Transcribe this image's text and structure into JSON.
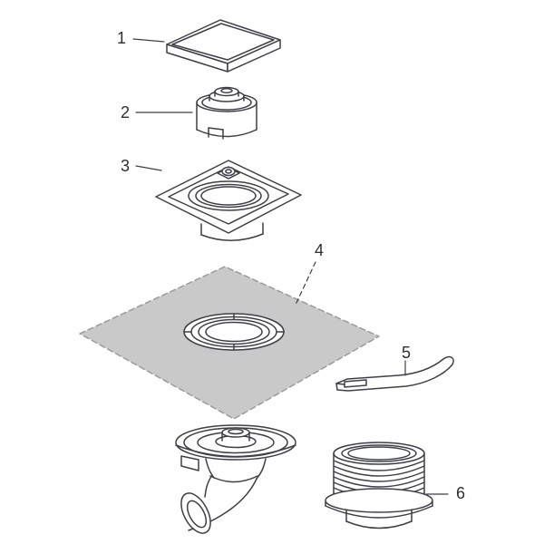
{
  "diagram": {
    "background": "#ffffff",
    "line_color": "#3f3f49",
    "leader_color": "#3f3f49",
    "membrane_fill": "#c9c9c9",
    "membrane_outline": "#9b9b9b",
    "labels": [
      {
        "text": "1"
      },
      {
        "text": "2"
      },
      {
        "text": "3"
      },
      {
        "text": "4"
      },
      {
        "text": "5"
      },
      {
        "text": "6"
      }
    ]
  }
}
